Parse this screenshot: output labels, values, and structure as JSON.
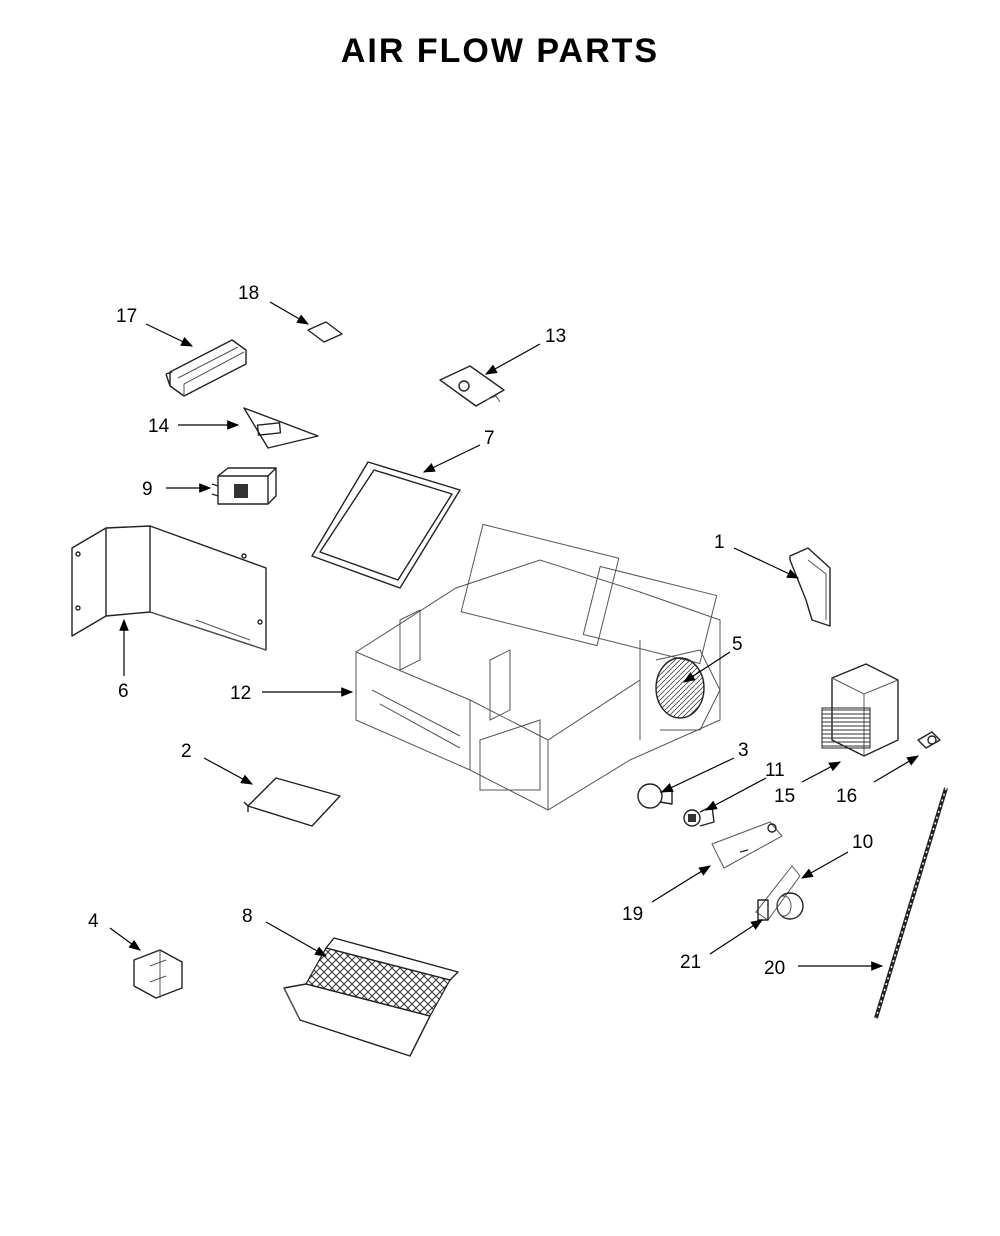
{
  "title": "AIR FLOW PARTS",
  "callouts": {
    "c1": "1",
    "c2": "2",
    "c3": "3",
    "c4": "4",
    "c5": "5",
    "c6": "6",
    "c7": "7",
    "c8": "8",
    "c9": "9",
    "c10": "10",
    "c11": "11",
    "c12": "12",
    "c13": "13",
    "c14": "14",
    "c15": "15",
    "c16": "16",
    "c17": "17",
    "c18": "18",
    "c19": "19",
    "c20": "20",
    "c21": "21"
  }
}
